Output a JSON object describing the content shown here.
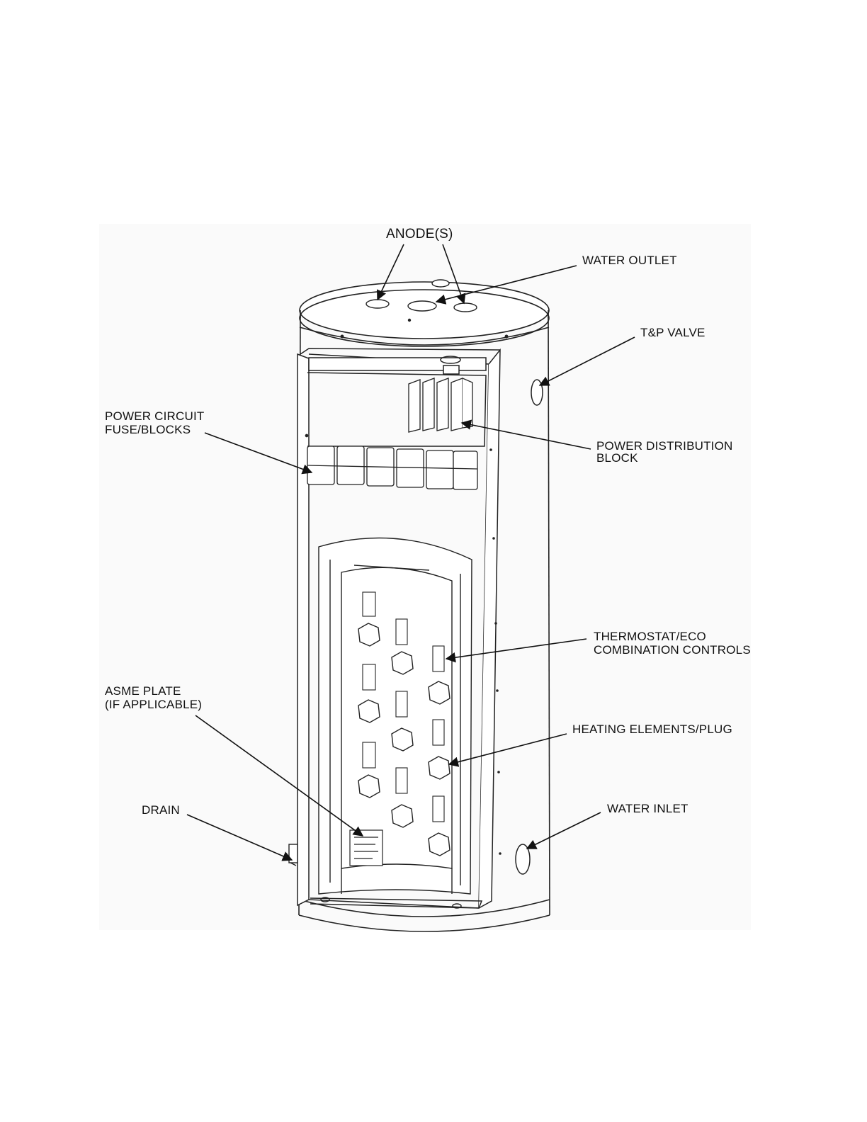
{
  "labels": {
    "anodes": "ANODE(S)",
    "water_outlet": "WATER OUTLET",
    "tp_valve": "T&P VALVE",
    "power_circuit": "POWER CIRCUIT\nFUSE/BLOCKS",
    "power_distribution": "POWER DISTRIBUTION\nBLOCK",
    "thermostat": "THERMOSTAT/ECO\nCOMBINATION CONTROLS",
    "asme_plate": "ASME PLATE\n(IF APPLICABLE)",
    "heating_elements": "HEATING ELEMENTS/PLUG",
    "drain": "DRAIN",
    "water_inlet": "WATER INLET"
  }
}
